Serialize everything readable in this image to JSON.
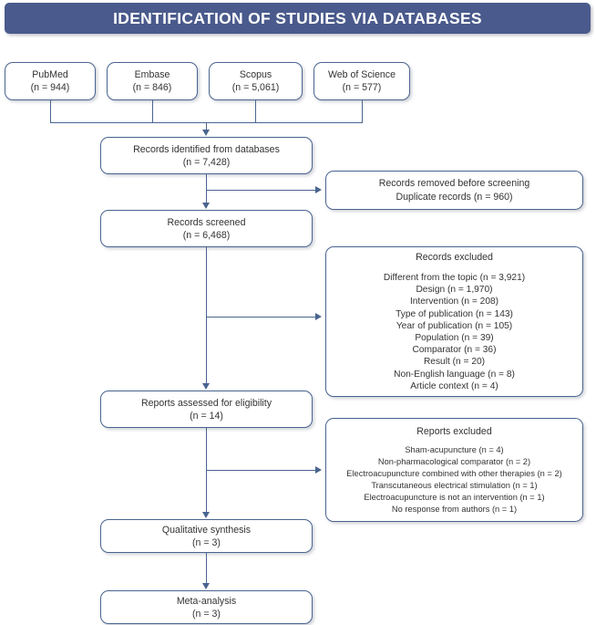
{
  "header": {
    "title": "IDENTIFICATION OF STUDIES VIA DATABASES",
    "background_color": "#4a5a8c",
    "text_color": "#ffffff"
  },
  "theme": {
    "box_border_color": "#4a6490",
    "box_fill_color": "#ffffff",
    "connector_color": "#4a6490",
    "text_color": "#333333"
  },
  "databases": [
    {
      "name": "PubMed",
      "count": "(n = 944)"
    },
    {
      "name": "Embase",
      "count": "(n = 846)"
    },
    {
      "name": "Scopus",
      "count": "(n = 5,061)"
    },
    {
      "name": "Web of Science",
      "count": "(n = 577)"
    }
  ],
  "flow": {
    "identified": {
      "label": "Records identified from databases",
      "count": "(n = 7,428)"
    },
    "screened": {
      "label": "Records screened",
      "count": "(n = 6,468)"
    },
    "eligibility": {
      "label": "Reports assessed for eligibility",
      "count": "(n = 14)"
    },
    "qualitative": {
      "label": "Qualitative synthesis",
      "count": "(n = 3)"
    },
    "meta": {
      "label": "Meta-analysis",
      "count": "(n = 3)"
    }
  },
  "side": {
    "removed": {
      "title": "Records removed before screening",
      "detail": "Duplicate records (n = 960)"
    },
    "records_excluded": {
      "title": "Records excluded",
      "reasons": [
        "Different from the topic (n = 3,921)",
        "Design (n = 1,970)",
        "Intervention (n = 208)",
        "Type of publication (n = 143)",
        "Year of publication (n = 105)",
        "Population (n = 39)",
        "Comparator (n = 36)",
        "Result (n = 20)",
        "Non-English language (n = 8)",
        "Article context (n = 4)"
      ]
    },
    "reports_excluded": {
      "title": "Reports excluded",
      "reasons": [
        "Sham-acupuncture (n = 4)",
        "Non-pharmacological comparator (n = 2)",
        "Electroacupuncture combined with other therapies (n = 2)",
        "Transcutaneous electrical stimulation (n = 1)",
        "Electroacupuncture is not an intervention (n = 1)",
        "No response from authors (n = 1)"
      ]
    }
  }
}
